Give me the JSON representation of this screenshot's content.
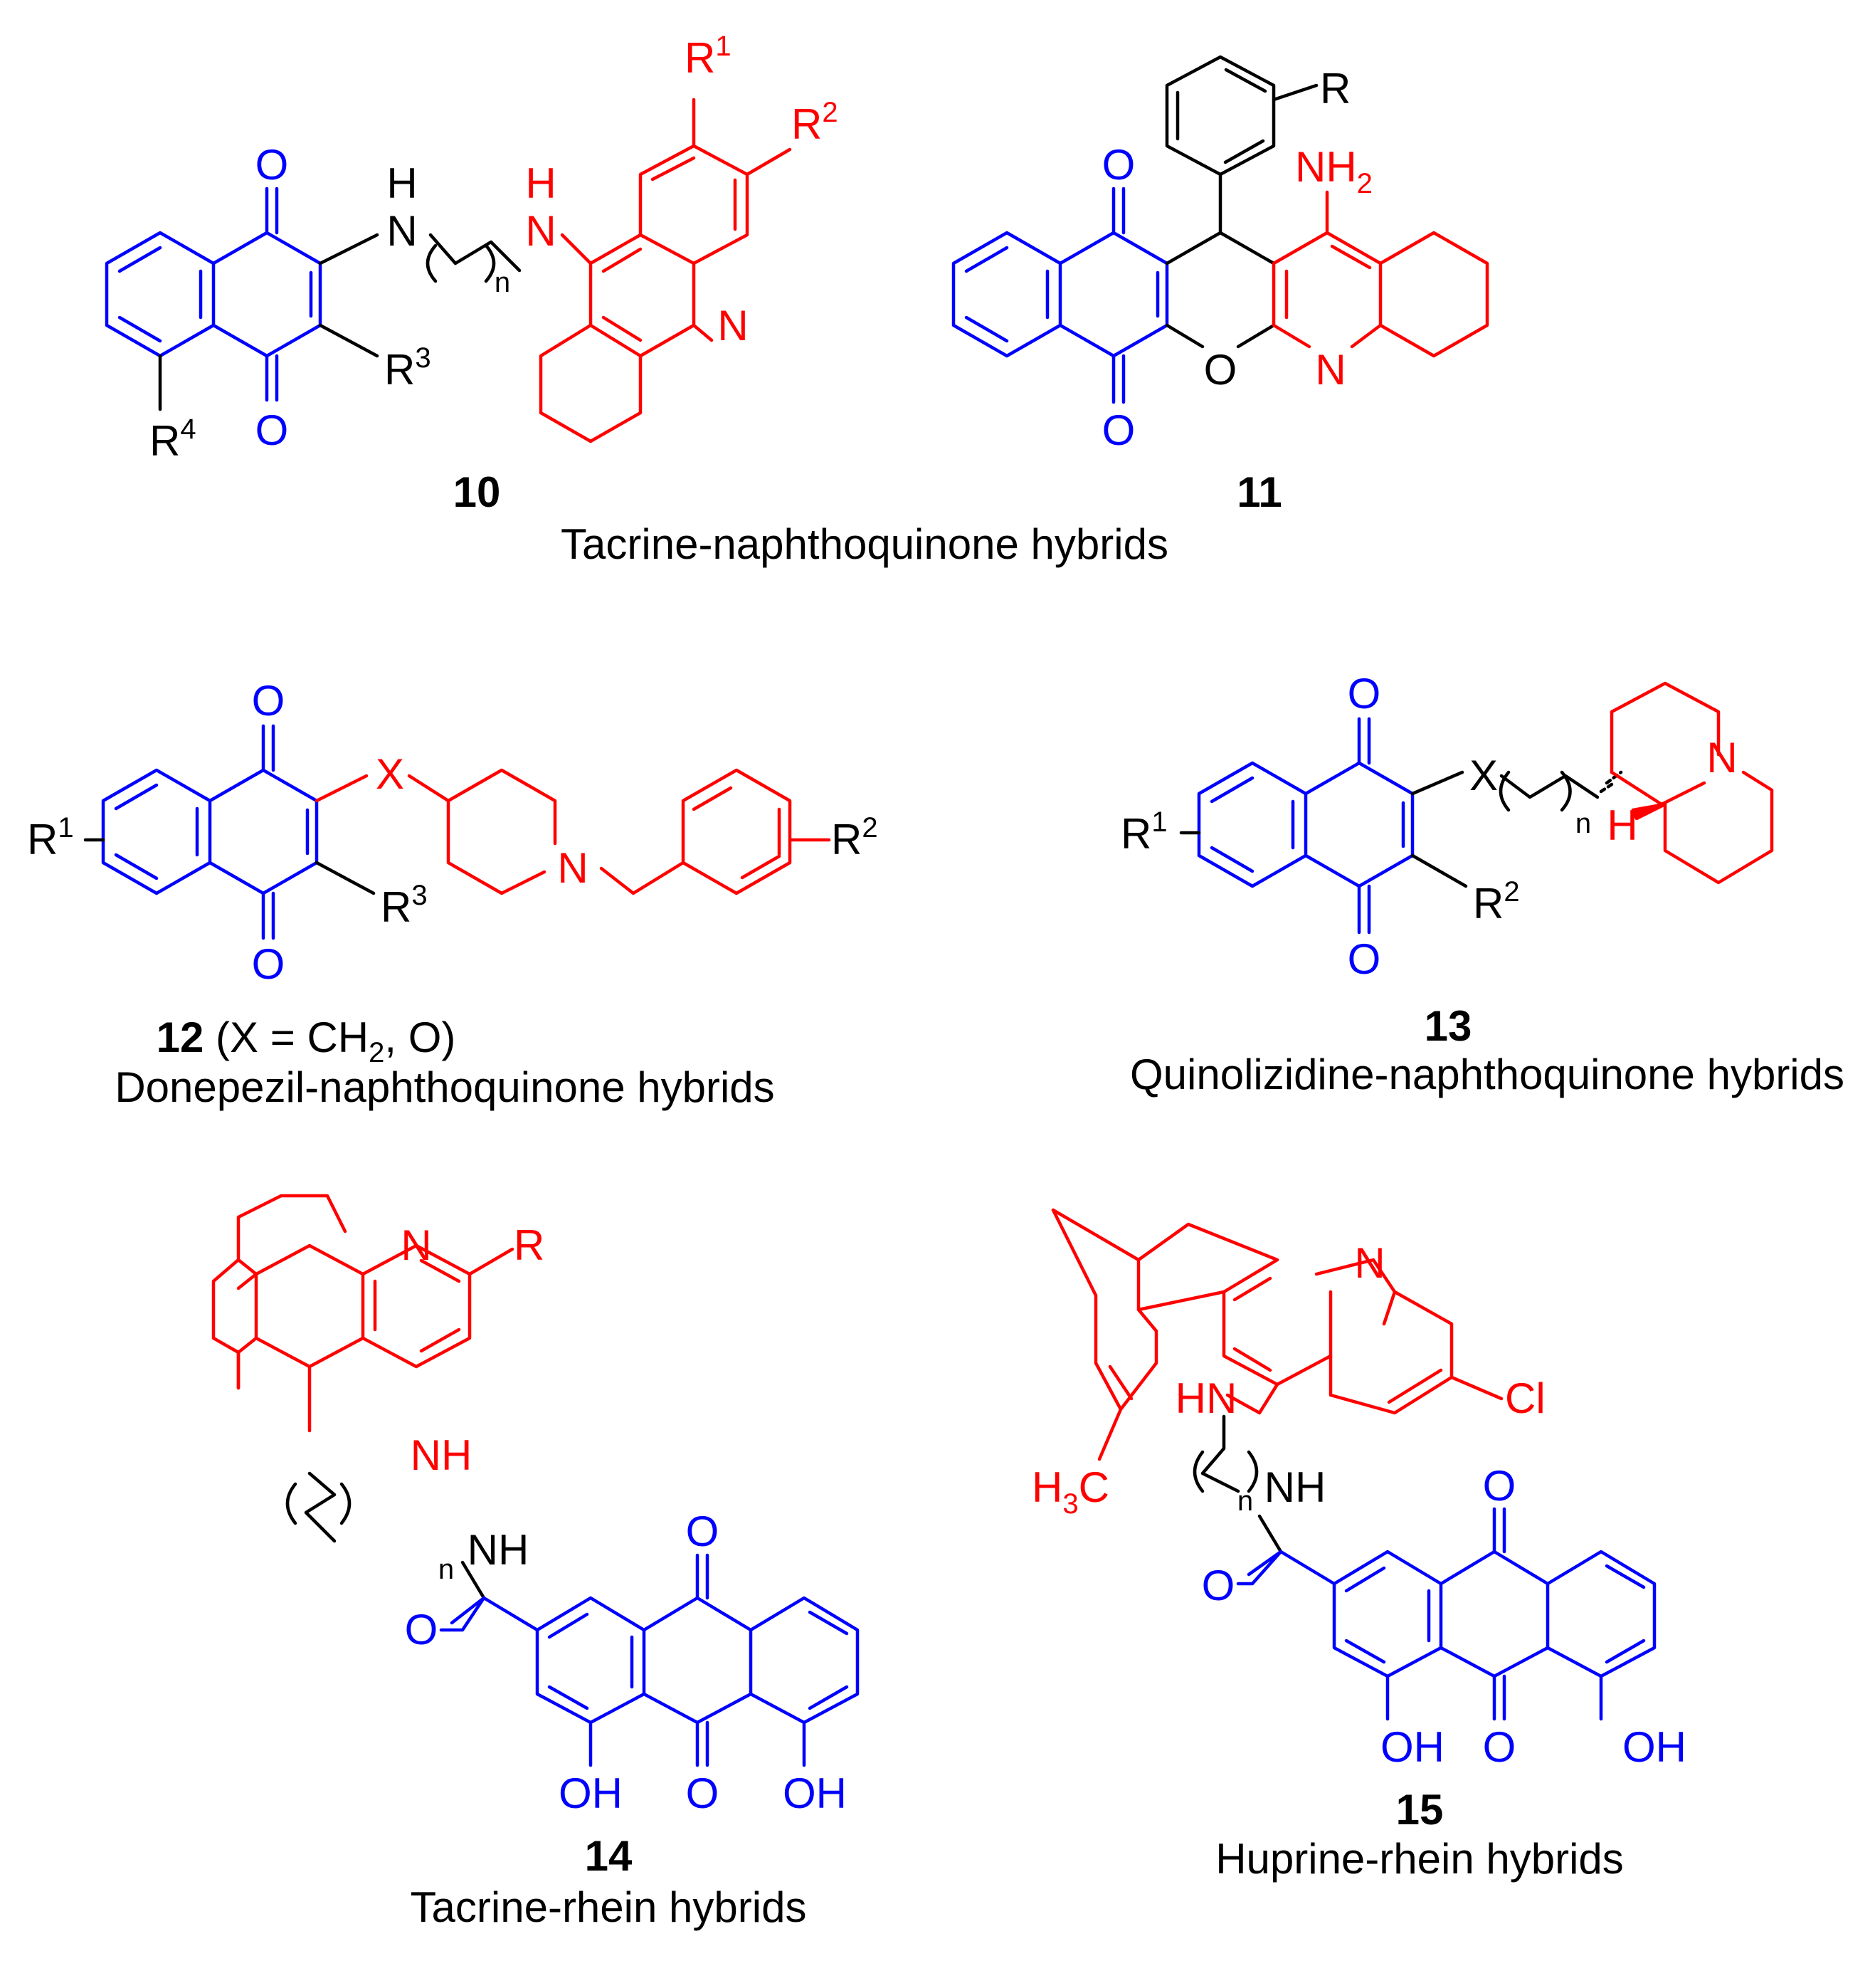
{
  "compounds": [
    {
      "number": "10",
      "caption": ""
    },
    {
      "number": "11",
      "caption": ""
    },
    {
      "number": "12",
      "number_suffix": " (X = CH",
      "number_sub": "2",
      "number_suffix2": ", O)",
      "caption": "Donepezil-naphthoquinone hybrids"
    },
    {
      "number": "13",
      "caption": "Quinolizidine-naphthoquinone hybrids"
    },
    {
      "number": "14",
      "caption": "Tacrine-rhein hybrids"
    },
    {
      "number": "15",
      "caption": "Huprine-rhein hybrids"
    }
  ],
  "group_captions": {
    "tacrine_naphthoquinone": "Tacrine-naphthoquinone hybrids"
  },
  "atom_labels": {
    "O": "O",
    "N": "N",
    "H": "H",
    "NH": "NH",
    "HN": "HN",
    "NH2": "NH",
    "two": "2",
    "OH": "OH",
    "X": "X",
    "Cl": "Cl",
    "H3C_H": "H",
    "H3C_3": "3",
    "H3C_C": "C",
    "R": "R",
    "R1": "R",
    "R2": "R",
    "R3": "R",
    "R4": "R",
    "sup1": "1",
    "sup2": "2",
    "sup3": "3",
    "sup4": "4",
    "n": "n"
  },
  "colors": {
    "naphthoquinone_moiety": "#0000ff",
    "tacrine_moiety": "#ff0000",
    "linker": "#000000"
  }
}
